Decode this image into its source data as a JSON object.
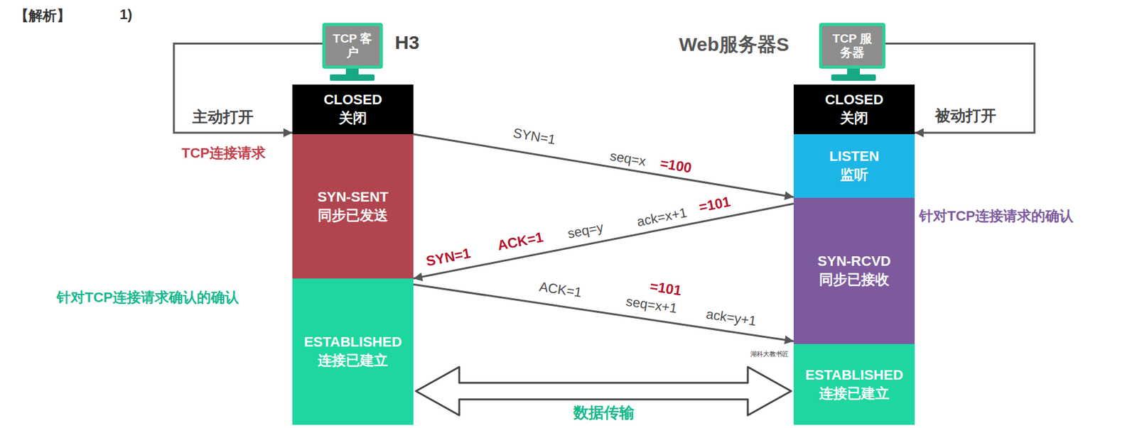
{
  "diagram": {
    "nodes": [
      {
        "text": [
          "TCP 客户"
        ]
      },
      {
        "text": [
          "CLOSED",
          "关闭"
        ]
      },
      {
        "text": [
          "SYN-SENT",
          "同步已发送"
        ]
      },
      {
        "text": [
          "ESTABLISHED",
          "连接已建立"
        ]
      },
      {
        "text": [
          "TCP 服务器"
        ]
      },
      {
        "text": [
          "CLOSED",
          "关闭"
        ]
      },
      {
        "text": [
          "LISTEN",
          "监听"
        ]
      },
      {
        "text": [
          "SYN-RCVD",
          "同步已接收"
        ]
      },
      {
        "text": [
          "ESTABLISHED",
          "连接已建立"
        ]
      }
    ],
    "edges": [
      {
        "from": 0,
        "to": 1,
        "arrow": "to",
        "label": "主动打开"
      },
      {
        "from": 4,
        "to": 5,
        "arrow": "to",
        "label": "被动打开"
      },
      {
        "from": 2,
        "to": 6,
        "arrow": "to"
      },
      {
        "from": 7,
        "to": 2,
        "arrow": "to"
      },
      {
        "from": 3,
        "to": 7,
        "arrow": "to"
      },
      {
        "from": 3,
        "to": 8,
        "arrow": "both",
        "label": "数据传输"
      }
    ],
    "labels": [
      "【解析】",
      "1)",
      "H3",
      "Web服务器S",
      "TCP连接请求",
      "针对TCP连接请求的确认",
      "针对TCP连接请求确认的确认",
      "SYN=1",
      "seq=x",
      "=100",
      "SYN=1",
      "ACK=1",
      "seq=y",
      "ack=x+1",
      "=101",
      "ACK=1",
      "=101",
      "seq=x+1",
      "ack=y+1",
      "湖科大教书匠"
    ]
  }
}
